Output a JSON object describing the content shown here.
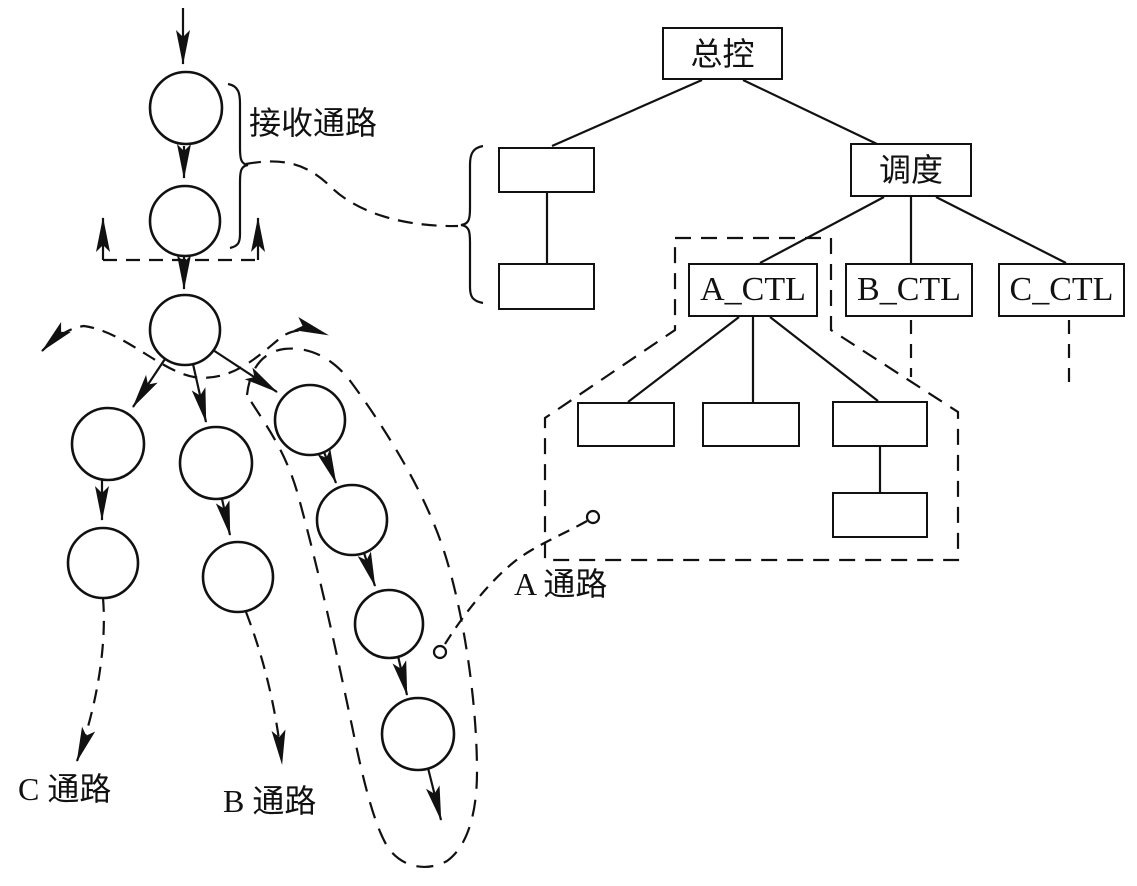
{
  "figure": {
    "left_flow": {
      "receive_path_label": "接收通路",
      "a_path_label": "A 通路",
      "b_path_label": "B 通路",
      "c_path_label": "C 通路"
    },
    "control_tree": {
      "root": "总控",
      "scheduler": "调度",
      "controllers": [
        {
          "label": "A_CTL"
        },
        {
          "label": "B_CTL"
        },
        {
          "label": "C_CTL"
        }
      ]
    },
    "colors": {
      "ink": "#111111",
      "background": "#ffffff"
    }
  }
}
